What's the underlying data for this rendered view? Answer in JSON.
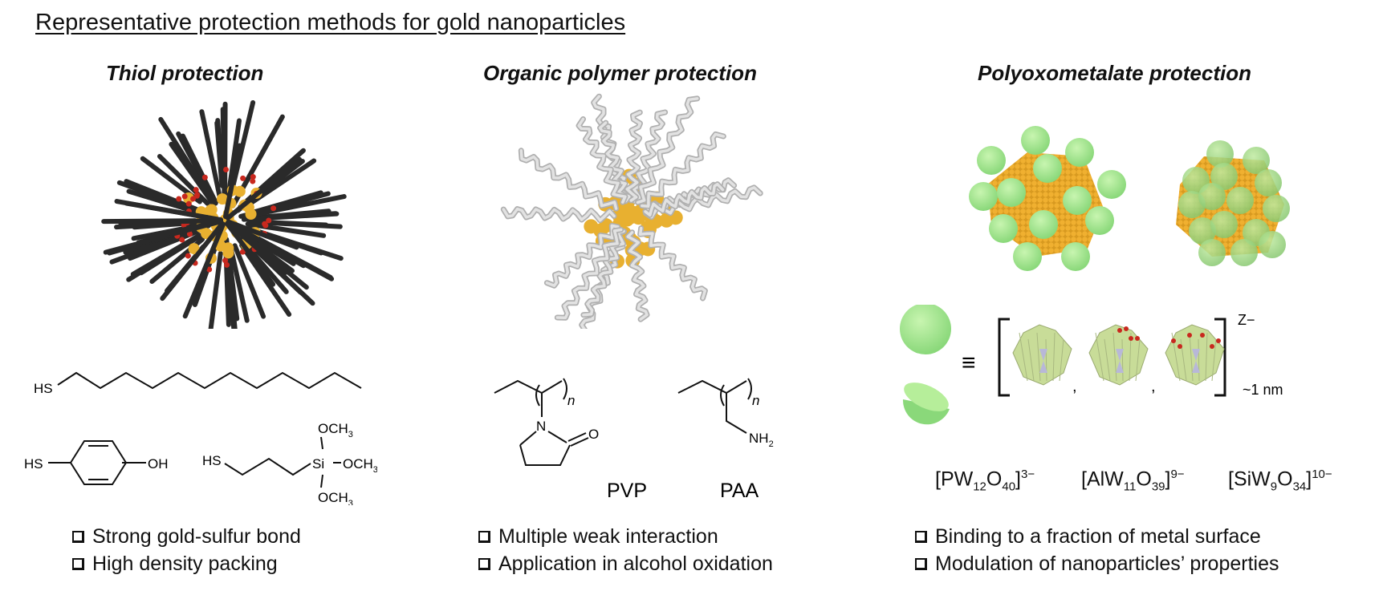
{
  "title": "Representative protection methods for gold nanoparticles",
  "sections": [
    {
      "heading": "Thiol protection",
      "molecules": [
        {
          "name": "dodecanethiol",
          "labels": [
            "HS"
          ]
        },
        {
          "name": "4-mercaptophenol",
          "labels": [
            "HS",
            "OH"
          ]
        },
        {
          "name": "(3-mercaptopropyl)trimethoxysilane",
          "labels": [
            "HS",
            "Si",
            "OCH3",
            "OCH3",
            "OCH3"
          ]
        }
      ],
      "bullets": [
        "Strong gold-sulfur bond",
        "High density packing"
      ]
    },
    {
      "heading": "Organic polymer protection",
      "polymers": [
        {
          "abbr": "PVP",
          "atoms": [
            "N",
            "O"
          ],
          "repeat": "n"
        },
        {
          "abbr": "PAA",
          "atoms": [
            "NH2"
          ],
          "repeat": "n"
        }
      ],
      "bullets": [
        "Multiple weak interaction",
        "Application in alcohol oxidation"
      ]
    },
    {
      "heading": "Polyoxometalate protection",
      "equiv_symbol": "≡",
      "charge": "Z−",
      "size_label": "~1 nm",
      "formulas": [
        {
          "pre": "[PW",
          "s1": "12",
          "mid": "O",
          "s2": "40",
          "post": "]",
          "charge": "3−"
        },
        {
          "pre": "[AlW",
          "s1": "11",
          "mid": "O",
          "s2": "39",
          "post": "]",
          "charge": "9−"
        },
        {
          "pre": "[SiW",
          "s1": "9",
          "mid": "O",
          "s2": "34",
          "post": "]",
          "charge": "10−"
        }
      ],
      "bullets": [
        "Binding to a fraction of metal surface",
        "Modulation of nanoparticles’ properties"
      ]
    }
  ],
  "colors": {
    "gold": "#e8b030",
    "sulfur": "#c8281e",
    "chain": "#2a2a2a",
    "polymer": "#c8c8c8",
    "pom": "#a8e890",
    "pom_poly": "#c8dc98"
  }
}
